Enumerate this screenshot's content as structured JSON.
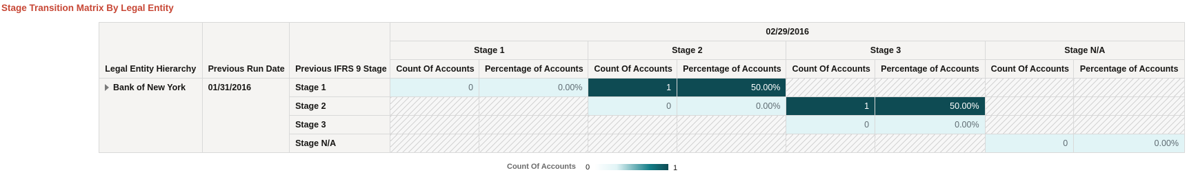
{
  "title": "Stage Transition Matrix By Legal Entity",
  "date_header": "02/29/2016",
  "row_headers": [
    "Legal Entity Hierarchy",
    "Previous Run Date",
    "Previous IFRS 9 Stage"
  ],
  "stage_groups": [
    "Stage 1",
    "Stage 2",
    "Stage 3",
    "Stage N/A"
  ],
  "measures": {
    "count": "Count Of Accounts",
    "pct": "Percentage of Accounts"
  },
  "entity": "Bank of New York",
  "run_date": "01/31/2016",
  "rows": [
    {
      "stage": "Stage 1",
      "cells": [
        {
          "count": "0",
          "pct": "0.00%",
          "level": "light"
        },
        {
          "count": "1",
          "pct": "50.00%",
          "level": "dark"
        },
        {
          "count": "",
          "pct": "",
          "level": "hatch"
        },
        {
          "count": "",
          "pct": "",
          "level": "hatch"
        }
      ]
    },
    {
      "stage": "Stage 2",
      "cells": [
        {
          "count": "",
          "pct": "",
          "level": "hatch"
        },
        {
          "count": "0",
          "pct": "0.00%",
          "level": "light"
        },
        {
          "count": "1",
          "pct": "50.00%",
          "level": "dark"
        },
        {
          "count": "",
          "pct": "",
          "level": "hatch"
        }
      ]
    },
    {
      "stage": "Stage 3",
      "cells": [
        {
          "count": "",
          "pct": "",
          "level": "hatch"
        },
        {
          "count": "",
          "pct": "",
          "level": "hatch"
        },
        {
          "count": "0",
          "pct": "0.00%",
          "level": "light"
        },
        {
          "count": "",
          "pct": "",
          "level": "hatch"
        }
      ]
    },
    {
      "stage": "Stage N/A",
      "cells": [
        {
          "count": "",
          "pct": "",
          "level": "hatch"
        },
        {
          "count": "",
          "pct": "",
          "level": "hatch"
        },
        {
          "count": "",
          "pct": "",
          "level": "hatch"
        },
        {
          "count": "0",
          "pct": "0.00%",
          "level": "light"
        }
      ]
    }
  ],
  "legend": {
    "label": "Count Of Accounts",
    "min": "0",
    "max": "1"
  },
  "colors": {
    "title": "#c74634",
    "dark_cell": "#0e4b53",
    "light_cell": "#e1f4f6",
    "header_bg": "#f5f4f2"
  },
  "icons": {
    "expand": "expand-triangle-icon"
  }
}
